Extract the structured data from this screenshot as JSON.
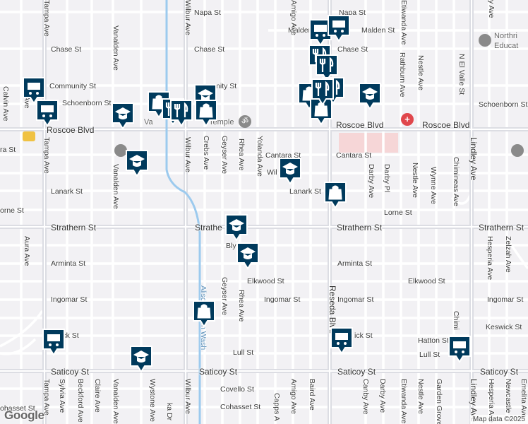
{
  "map": {
    "attribution": "Map data ©2025",
    "logo": "Google",
    "colors": {
      "background": "#f2f1f4",
      "road": "#ffffff",
      "major_road": "#dcdde3",
      "wash": "#9ccaee",
      "hospital_area": "#f6d6d7",
      "marker": "#003a5c"
    }
  },
  "streets": {
    "napa": "Napa St",
    "napa_e": "Napa St",
    "malden": "Malden St",
    "malden_w": "Malden",
    "chase": "Chase St",
    "chase_e": "Chase St",
    "community": "Community St",
    "community_e": "nity St",
    "schoenborn": "Schoenborn St",
    "schoenborn_e": "Schoenborn St",
    "roscoe": "Roscoe Blvd",
    "roscoe_e": "Roscoe Blvd",
    "cantara": "Cantara St",
    "cantara_e": "Cantara St",
    "lanark": "Lanark St",
    "lanark_e": "Lanark St",
    "lorne_w": "orne St",
    "lorne": "Lorne St",
    "strathern": "Strathern St",
    "strathern_m": "Strathe",
    "strathern_e": "Strathern St",
    "strathern_ee": "Strathern St",
    "arminta": "Arminta St",
    "arminta_e": "Arminta St",
    "elkwood": "Elkwood St",
    "elkwood_e": "Elkwood St",
    "ingomar": "Ingomar St",
    "ingomar_e": "Ingomar St",
    "ingomar_w": "Ingomar St",
    "keswick_w": "ick St",
    "keswick_m": "ick St",
    "keswick_e": "Keswick St",
    "hatton": "Hatton St",
    "lull": "Lull St",
    "lull_e": "Lull St",
    "saticoy": "Saticoy St",
    "saticoy_m": "Saticoy St",
    "saticoy_e": "Saticoy St",
    "saticoy_ee": "Saticoy St",
    "covello": "Covello St",
    "cohasset": "Cohasset St",
    "cohasset_w": "ohasset St",
    "tampa": "Tampa Ave",
    "tampa_n": "Tampa Ave",
    "calvin": "Calvin Ave",
    "aura": "Aura Ave",
    "aura_s": "Aura Ave",
    "vanalden": "Vanalden Ave",
    "vanalden_s": "Vanalden Ave",
    "wilbur": "Wilbur Ave",
    "wilbur_n": "Wilbur Ave",
    "crebs": "Crebs Ave",
    "geyser": "Geyser Ave",
    "geyser_s": "Geyser Ave",
    "rhea": "Rhea Ave",
    "rhea_s": "Rhea Ave",
    "yolanda": "Yolanda Ave",
    "amigo": "Amigo Ave",
    "amigo_n": "Amigo Ave",
    "baird": "Baird Ave",
    "capps": "Capps A",
    "reseda": "Reseda Blvd",
    "canby": "Canby Ave",
    "darby_ave": "Darby Ave",
    "darby_ave_s": "Darby Ave",
    "darby_pl": "Darby Pl",
    "etiwanda": "Etiwanda Ave",
    "etiwanda_s": "Etiwanda Ave",
    "rathburn": "Rathburn Ave",
    "nestle": "Nestle Ave",
    "nestle_m": "Nestle Ave",
    "nestle_s": "Nestle Ave",
    "wynne": "Wynne Ave",
    "n_el_valle": "N El Valle St",
    "chimineas": "Chimineas Ave",
    "chimi": "Chimi",
    "lindley": "Lindley Ave",
    "lindley_s": "Lindley Ave",
    "hesperia": "Hesperia Ave",
    "hesperia_s": "Hesperia Ave",
    "zelzah": "Zelzah Ave",
    "newcastle": "Newcastle",
    "garden_grove": "Garden Grove",
    "sylvia": "Sylvia Ave",
    "beckford": "Beckford Ave",
    "claire": "Claire Ave",
    "wystone": "Wystone Ave",
    "blythe_frag": "Bly",
    "wil_frag": "Wil",
    "va_frag": "Va",
    "ra_frag": "ra St",
    "ra_ave": "ra Ave",
    "kay_frag": "y Ave",
    "emelita_frag": "Emelita Ave",
    "ka_dr": "ka Dr",
    "wash": "Aliso Canyon Wash",
    "temple": "Temple",
    "northridge": "Northri",
    "education": "Educat"
  },
  "markers": [
    {
      "type": "shopping-cart"
    },
    {
      "type": "shopping-cart"
    },
    {
      "type": "shopping-cart"
    },
    {
      "type": "shopping-cart"
    },
    {
      "type": "school"
    },
    {
      "type": "school"
    },
    {
      "type": "school"
    },
    {
      "type": "school"
    },
    {
      "type": "school"
    },
    {
      "type": "school"
    },
    {
      "type": "shopping-bag"
    },
    {
      "type": "shopping-bag"
    },
    {
      "type": "shopping-bag"
    },
    {
      "type": "shopping-bag"
    },
    {
      "type": "shopping-bag"
    },
    {
      "type": "restaurant"
    },
    {
      "type": "restaurant"
    }
  ]
}
